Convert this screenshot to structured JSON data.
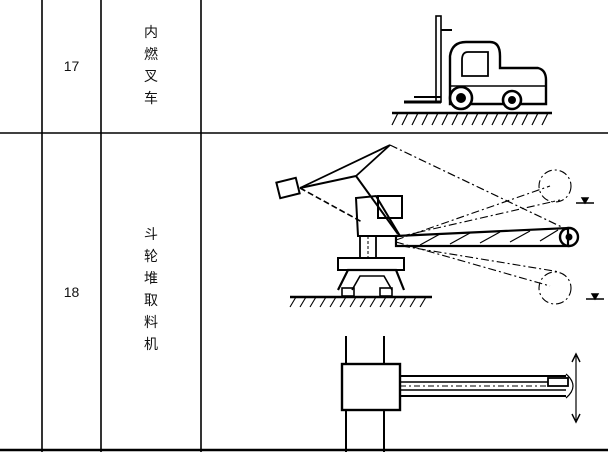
{
  "rows": [
    {
      "number": "17",
      "name_chars": [
        "内",
        "燃",
        "叉",
        "车"
      ],
      "figure_icon": "forklift-icon"
    },
    {
      "number": "18",
      "name_chars": [
        "斗",
        "轮",
        "堆",
        "取",
        "料",
        "机"
      ],
      "figure_icon": "bucket-wheel-stacker-reclaimer-icon"
    }
  ]
}
